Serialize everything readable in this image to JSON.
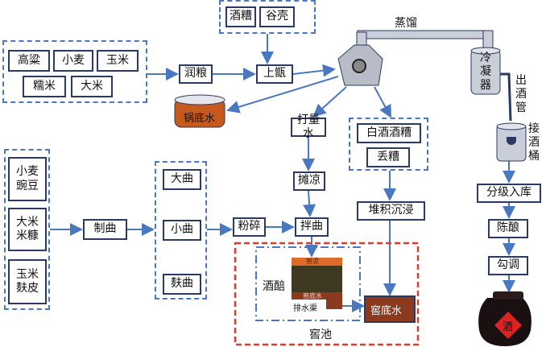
{
  "husk": {
    "a": "酒糟",
    "b": "谷壳"
  },
  "grains": [
    "高粱",
    "小麦",
    "玉米",
    "糯米",
    "大米"
  ],
  "runliang": "润粮",
  "shangzeng": "上甑",
  "guodishui": "锅底水",
  "zhengliu": "蒸馏",
  "condenser": "冷凝器",
  "outlet": "出酒管",
  "receiver": "接酒桶",
  "daliangshui": "打量水",
  "baijiu_zaopei": "白酒酒糟",
  "diuzao": "丢糟",
  "tanliang": "摊凉",
  "fensui": "粉碎",
  "banqu": "拌曲",
  "duiji": "堆积沉浸",
  "qu_materials": [
    "小麦",
    "豌豆",
    "大米",
    "米糠",
    "玉米",
    "麸皮"
  ],
  "zhiqu": "制曲",
  "qu_types": [
    "大曲",
    "小曲",
    "麸曲"
  ],
  "pit": {
    "title": "窖池",
    "zaopei": "酒醅",
    "top_layer": "窖泥",
    "bottom_layer": "窖底水",
    "drain": "排水渠",
    "pit_water": "窖底水"
  },
  "right": {
    "grading": "分级入库",
    "aging": "陈酿",
    "blending": "勾调",
    "jar_label": "酒"
  },
  "colors": {
    "line": "#4a78c0",
    "border": "#2b3a63",
    "pit_water": "#8b3a1e",
    "frame_red": "#e03a2a"
  }
}
